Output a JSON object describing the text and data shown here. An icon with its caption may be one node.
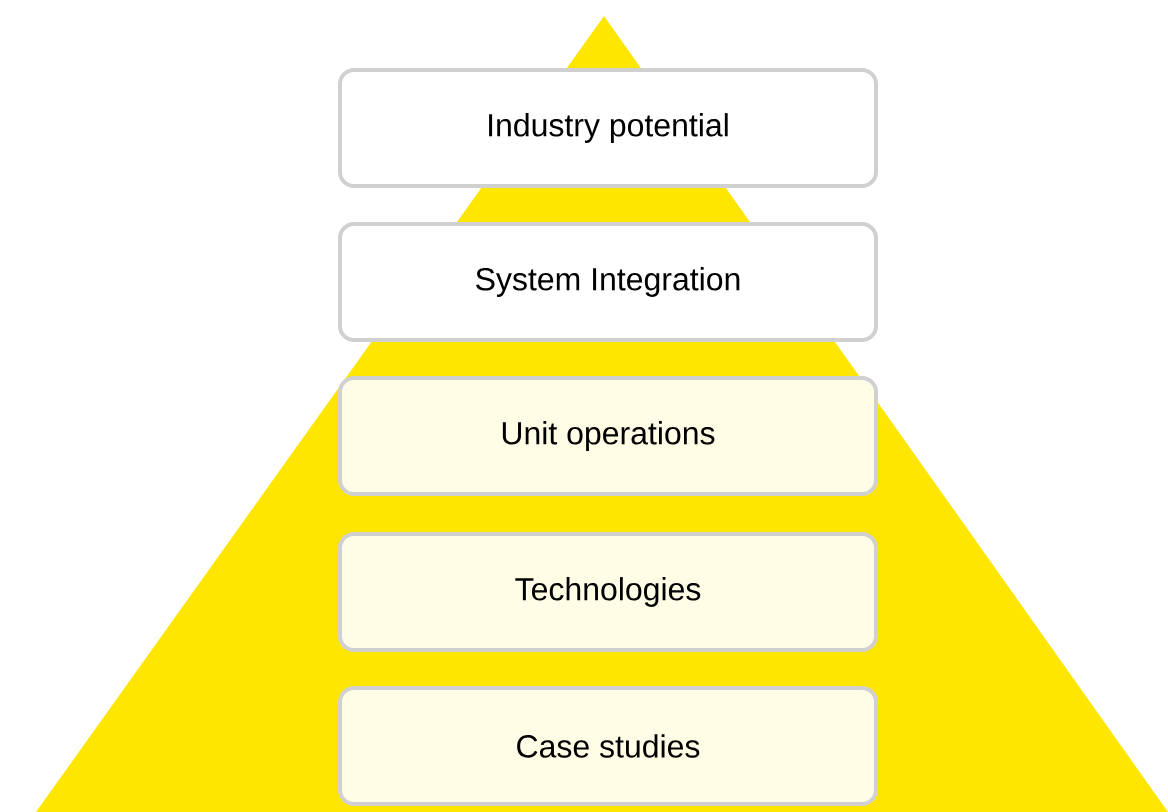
{
  "diagram": {
    "nodes": [
      {
        "text": [
          "Industry potential"
        ]
      },
      {
        "text": [
          "System Integration"
        ]
      },
      {
        "text": [
          "Unit operations"
        ]
      },
      {
        "text": [
          "Technologies"
        ]
      },
      {
        "text": [
          "Case studies"
        ]
      }
    ]
  }
}
